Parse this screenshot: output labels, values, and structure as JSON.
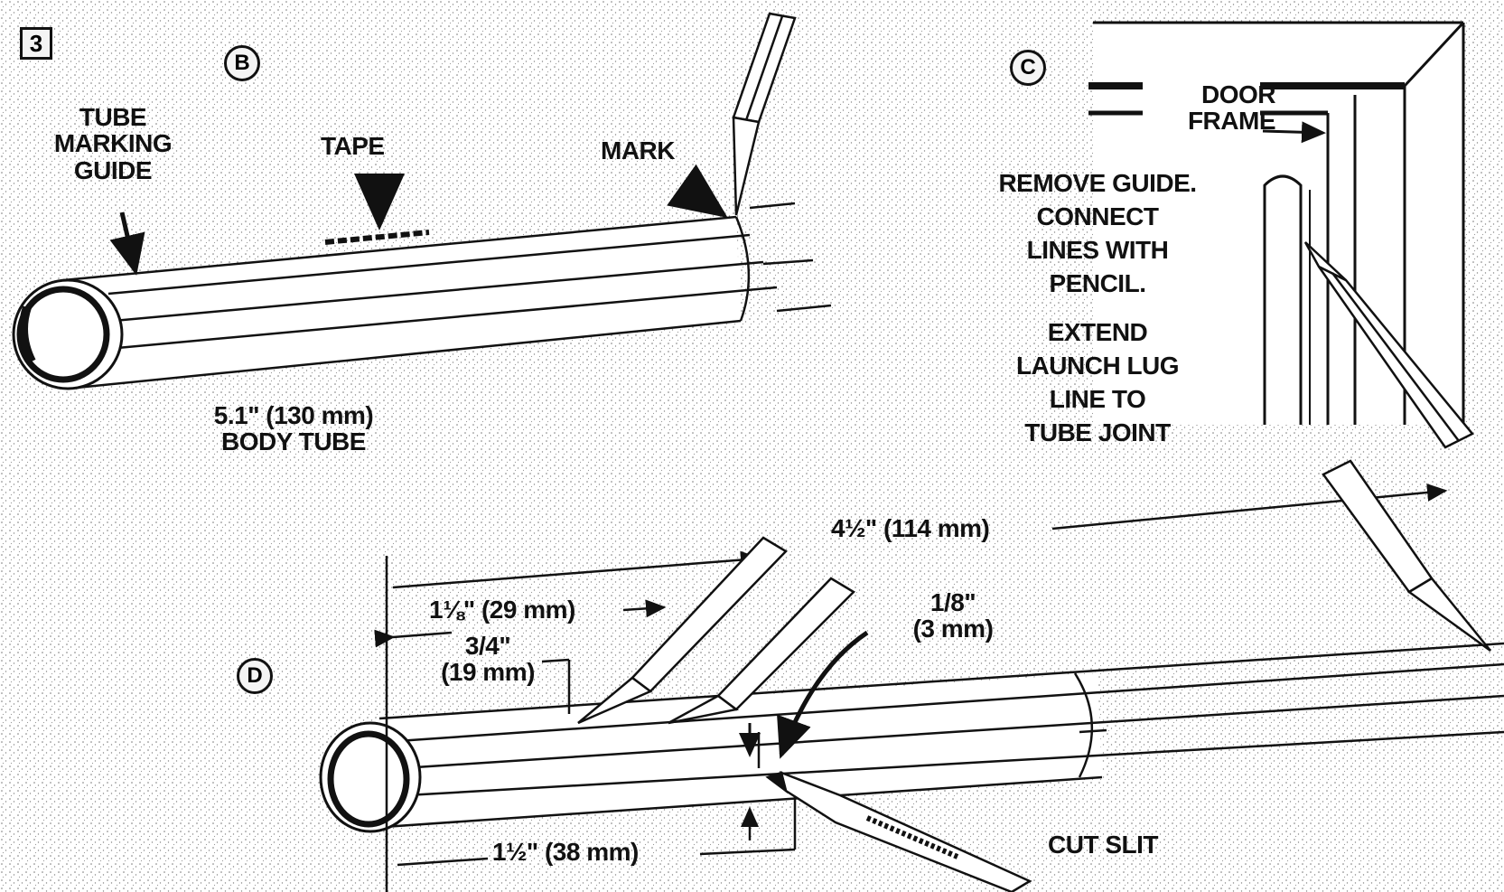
{
  "figure": {
    "step_number": "3",
    "panels": {
      "b": "B",
      "c": "C",
      "d": "D"
    }
  },
  "panel_b": {
    "tube_marking_guide": [
      "TUBE",
      "MARKING",
      "GUIDE"
    ],
    "tape": "TAPE",
    "mark": "MARK",
    "body_tube": [
      "5.1\" (130 mm)",
      "BODY TUBE"
    ]
  },
  "panel_c": {
    "door_frame": [
      "DOOR",
      "FRAME"
    ],
    "instruction_1": [
      "REMOVE GUIDE.",
      "CONNECT",
      "LINES WITH",
      "PENCIL."
    ],
    "instruction_2": [
      "EXTEND",
      "LAUNCH LUG",
      "LINE TO",
      "TUBE JOINT"
    ]
  },
  "panel_d": {
    "dim_4_5": "4½\" (114 mm)",
    "dim_1_125": "1⅛\" (29 mm)",
    "dim_0_75": [
      "3/4\"",
      "(19 mm)"
    ],
    "dim_0_125": [
      "1/8\"",
      "(3 mm)"
    ],
    "dim_1_5": "1½\" (38 mm)",
    "cut_slit": "CUT SLIT"
  }
}
